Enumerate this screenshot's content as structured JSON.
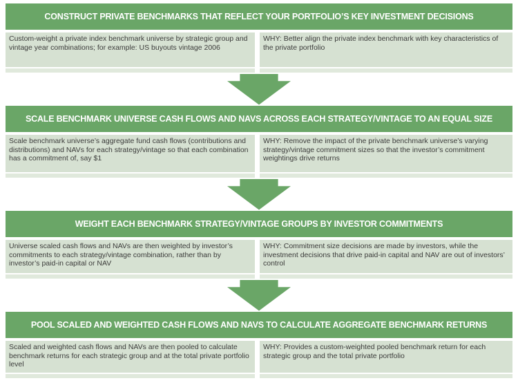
{
  "colors": {
    "background": "#ffffff",
    "header_green": "#6aa667",
    "arrow_green": "#6aa667",
    "cell_green": "#d6e1d2",
    "strip_green": "#e0e9dc",
    "body_text": "#3b3b3a",
    "header_text": "#ffffff"
  },
  "sections": [
    {
      "title": "CONSTRUCT PRIVATE BENCHMARKS THAT REFLECT YOUR PORTFOLIO’S KEY INVESTMENT DECISIONS",
      "left": "Custom-weight a private index benchmark universe by strategic group and vintage year combinations; for example: US buyouts vintage 2006",
      "right": "WHY: Better align the private index benchmark with key characteristics of the private portfolio"
    },
    {
      "title": "SCALE BENCHMARK UNIVERSE CASH FLOWS AND NAVS ACROSS EACH STRATEGY/VINTAGE TO AN EQUAL SIZE",
      "left": "Scale benchmark universe’s aggregate fund cash flows (contributions and distributions) and NAVs for each strategy/vintage so that each combination has a commitment of, say $1",
      "right": "WHY: Remove the impact of the private benchmark universe’s varying strategy/vintage commitment sizes so that the investor’s commitment weightings drive returns"
    },
    {
      "title": "WEIGHT EACH BENCHMARK STRATEGY/VINTAGE GROUPS BY INVESTOR COMMITMENTS",
      "left": "Universe scaled cash flows and NAVs are then weighted by investor’s commitments to each strategy/vintage combination, rather than by investor’s paid-in capital or NAV",
      "right": "WHY: Commitment size decisions are made by investors, while the investment decisions that drive paid-in capital and NAV are out of investors’ control"
    },
    {
      "title": "POOL SCALED AND WEIGHTED CASH FLOWS AND NAVS TO CALCULATE AGGREGATE BENCHMARK RETURNS",
      "left": "Scaled and weighted cash flows and NAVs are then pooled to calculate benchmark returns for each strategic group and at the total private portfolio level",
      "right": "WHY: Provides a custom-weighted pooled benchmark return for each strategic group and the total private portfolio"
    }
  ]
}
